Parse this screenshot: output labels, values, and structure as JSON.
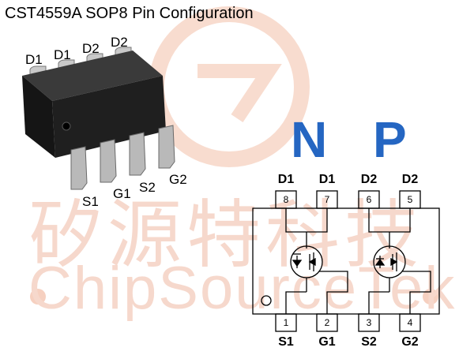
{
  "title": "CST4559A SOP8 Pin Configuration",
  "watermark": {
    "chinese": "矽源特科技",
    "english": "ChipSourceTek",
    "color": "#f6d8cc"
  },
  "package": {
    "top_labels": [
      "D1",
      "D1",
      "D2",
      "D2"
    ],
    "bottom_labels": [
      "S1",
      "G1",
      "S2",
      "G2"
    ]
  },
  "channels": {
    "n": "N",
    "p": "P",
    "color": "#2566c2"
  },
  "schematic": {
    "top_pins": [
      {
        "name": "D1",
        "number": "8"
      },
      {
        "name": "D1",
        "number": "7"
      },
      {
        "name": "D2",
        "number": "6"
      },
      {
        "name": "D2",
        "number": "5"
      }
    ],
    "bottom_pins": [
      {
        "name": "S1",
        "number": "1"
      },
      {
        "name": "G1",
        "number": "2"
      },
      {
        "name": "S2",
        "number": "3"
      },
      {
        "name": "G2",
        "number": "4"
      }
    ]
  }
}
